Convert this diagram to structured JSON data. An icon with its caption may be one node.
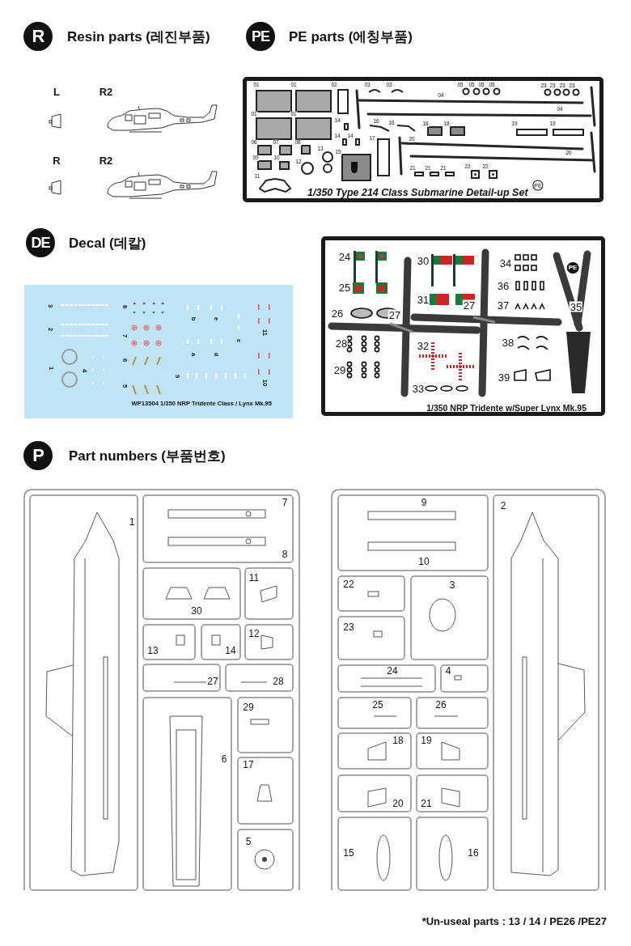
{
  "diagram": {
    "nodes": [
      {
        "text": [
          "R"
        ],
        "beside": [
          "Resin parts (레진부품)"
        ]
      },
      {
        "text": [
          "PE"
        ],
        "beside": [
          "PE parts (에칭부품)"
        ]
      },
      {
        "text": [
          "1/350 Type 214 Class Submarine Detail-up Set"
        ]
      },
      {
        "text": [
          "DE"
        ],
        "beside": [
          "Decal (데칼)"
        ]
      },
      {
        "text": [
          "WP13504 1/350 NRP Tridente Class / Lynx Mk.95"
        ]
      },
      {
        "text": [
          "1/350 NRP Tridente w/Super Lynx Mk.95"
        ]
      },
      {
        "text": [
          "P"
        ],
        "beside": [
          "Part numbers (부품번호)"
        ]
      }
    ],
    "labels": [
      "L",
      "R2",
      "R",
      "R2",
      "01",
      "01",
      "02",
      "03",
      "03",
      "05",
      "05",
      "05",
      "05",
      "23",
      "23",
      "23",
      "23",
      "04",
      "01",
      "01",
      "04",
      "14",
      "16",
      "16",
      "18",
      "18",
      "19",
      "19",
      "14",
      "14",
      "17",
      "20",
      "06",
      "07",
      "08",
      "13",
      "15",
      "20",
      "09",
      "10",
      "12",
      "21",
      "21",
      "21",
      "22",
      "22",
      "11",
      "PE",
      "3",
      "2",
      "1",
      "8",
      "7",
      "6",
      "5",
      "4",
      "b",
      "e",
      "c",
      "11",
      "a",
      "d",
      "9",
      "10",
      "24",
      "30",
      "34",
      "PE",
      "25",
      "36",
      "31",
      "37",
      "35",
      "26",
      "27",
      "27",
      "28",
      "32",
      "38",
      "29",
      "39",
      "33",
      "1",
      "7",
      "8",
      "11",
      "30",
      "12",
      "13",
      "14",
      "27",
      "28",
      "29",
      "6",
      "17",
      "5",
      "9",
      "2",
      "10",
      "22",
      "3",
      "23",
      "24",
      "4",
      "25",
      "26",
      "18",
      "19",
      "20",
      "21",
      "15",
      "16",
      "*Un-useal parts : 13 / 14 / PE26 /PE27"
    ]
  }
}
